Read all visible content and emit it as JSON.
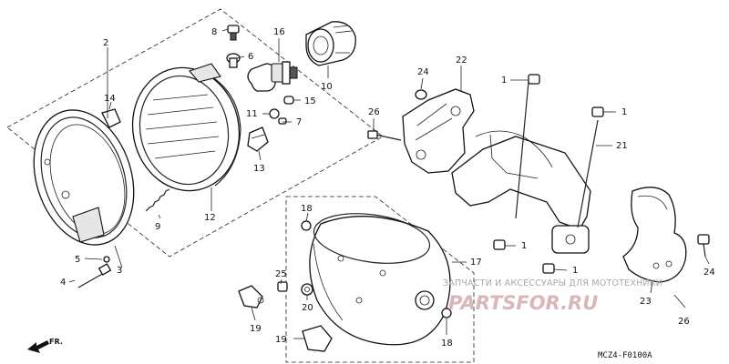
{
  "diagram": {
    "code": "MCZ4-F0100A",
    "front_label": "FR.",
    "callouts": {
      "c1a": "1",
      "c1b": "1",
      "c1c": "1",
      "c1d": "1",
      "c2": "2",
      "c3": "3",
      "c4": "4",
      "c5": "5",
      "c6": "6",
      "c7": "7",
      "c8": "8",
      "c9": "9",
      "c10": "10",
      "c11": "11",
      "c12": "12",
      "c13": "13",
      "c14": "14",
      "c15": "15",
      "c16": "16",
      "c17": "17",
      "c18a": "18",
      "c18b": "18",
      "c19a": "19",
      "c19b": "19",
      "c20": "20",
      "c21": "21",
      "c22": "22",
      "c23": "23",
      "c24a": "24",
      "c24b": "24",
      "c25": "25",
      "c26a": "26",
      "c26b": "26"
    }
  },
  "watermark": {
    "text": "ЗАПЧАСТИ И АКСЕССУАРЫ ДЛЯ МОТОТЕХНИКИ",
    "logo": "PARTSFOR.RU"
  }
}
